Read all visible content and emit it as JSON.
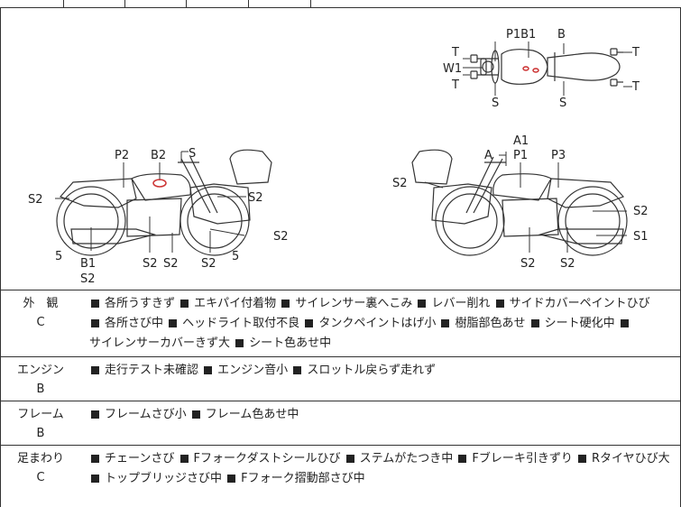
{
  "diagram": {
    "top_labels": {
      "p1b1": "P1B1",
      "b": "B",
      "t1": "T",
      "t2": "T",
      "t3": "T",
      "t4": "T",
      "w1": "W1",
      "s1": "S",
      "s2": "S"
    },
    "left_labels": {
      "p2": "P2",
      "b2": "B2",
      "s_top": "S",
      "s2_left": "S2",
      "s2_right1": "S2",
      "s2_right2": "S2",
      "five_left": "5",
      "b1": "B1",
      "s2_under": "S2",
      "s2_a": "S2",
      "s2_b": "S2",
      "s2_c": "S2",
      "five_right": "5"
    },
    "right_labels": {
      "a1": "A1",
      "a": "A",
      "p1": "P1",
      "p3": "P3",
      "s2_left": "S2",
      "s2_right": "S2",
      "s1": "S1",
      "s2_bottom1": "S2",
      "s2_bottom2": "S2"
    }
  },
  "rows": [
    {
      "head": "外　観",
      "grade": "C",
      "items": [
        "各所うすきず",
        "エキパイ付着物",
        "サイレンサー裏へこみ",
        "レバー削れ",
        "サイドカバーペイントひび",
        "各所さび中",
        "ヘッドライト取付不良",
        "タンクペイントはげ小",
        "樹脂部色あせ",
        "シート硬化中",
        "サイレンサーカバーきず大",
        "シート色あせ中"
      ]
    },
    {
      "head": "エンジン",
      "grade": "B",
      "items": [
        "走行テスト未確認",
        "エンジン音小",
        "スロットル戻らず走れず"
      ]
    },
    {
      "head": "フレーム",
      "grade": "B",
      "items": [
        "フレームさび小",
        "フレーム色あせ中"
      ]
    },
    {
      "head": "足まわり",
      "grade": "C",
      "items": [
        "チェーンさび",
        "Fフォークダストシールひび",
        "ステムがたつき中",
        "Fブレーキ引きずり",
        "Rタイヤひび大",
        "トップブリッジさび中",
        "Fフォーク摺動部さび中"
      ]
    }
  ]
}
